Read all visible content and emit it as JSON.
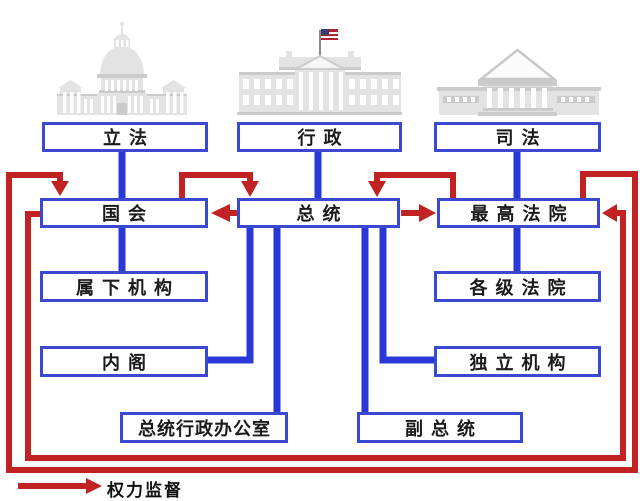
{
  "boxes": {
    "legislative": "立法",
    "executive": "行政",
    "judicial": "司法",
    "congress": "国会",
    "president": "总统",
    "supreme_court": "最高法院",
    "subordinate_agencies": "属下机构",
    "courts_all_levels": "各级法院",
    "cabinet": "内阁",
    "independent_agencies": "独立机构",
    "executive_office": "总统行政办公室",
    "vice_president": "副总统"
  },
  "legend": {
    "label": "权力监督"
  },
  "icons": {
    "left": "capitol-building-icon",
    "center": "white-house-icon",
    "right": "supreme-court-icon"
  },
  "colors": {
    "line_blue": "#2a38d8",
    "line_red": "#c12222",
    "box_border": "#3a49d0",
    "building_light": "#e3e3e3",
    "building_dark": "#cbcbcb",
    "flag_red": "#b22234",
    "flag_blue": "#3c3b6e"
  }
}
